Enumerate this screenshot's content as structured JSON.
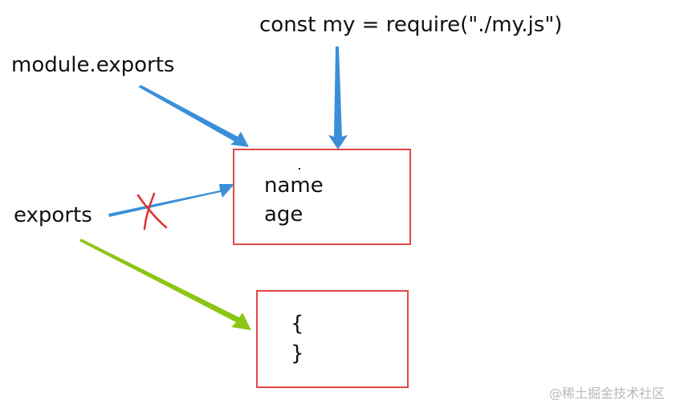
{
  "labels": {
    "require_stmt": "const my = require(\"./my.js\")",
    "module_exports": "module.exports",
    "exports": "exports"
  },
  "top_box": {
    "fields": [
      "name",
      "age"
    ]
  },
  "bottom_box": {
    "open_brace": "{",
    "close_brace": "}"
  },
  "watermark": "@稀土掘金技术社区",
  "colors": {
    "box_border": "#e04848",
    "arrow_blue": "#3a8fd8",
    "arrow_green": "#8cc614",
    "cross_mark": "#e03030"
  }
}
